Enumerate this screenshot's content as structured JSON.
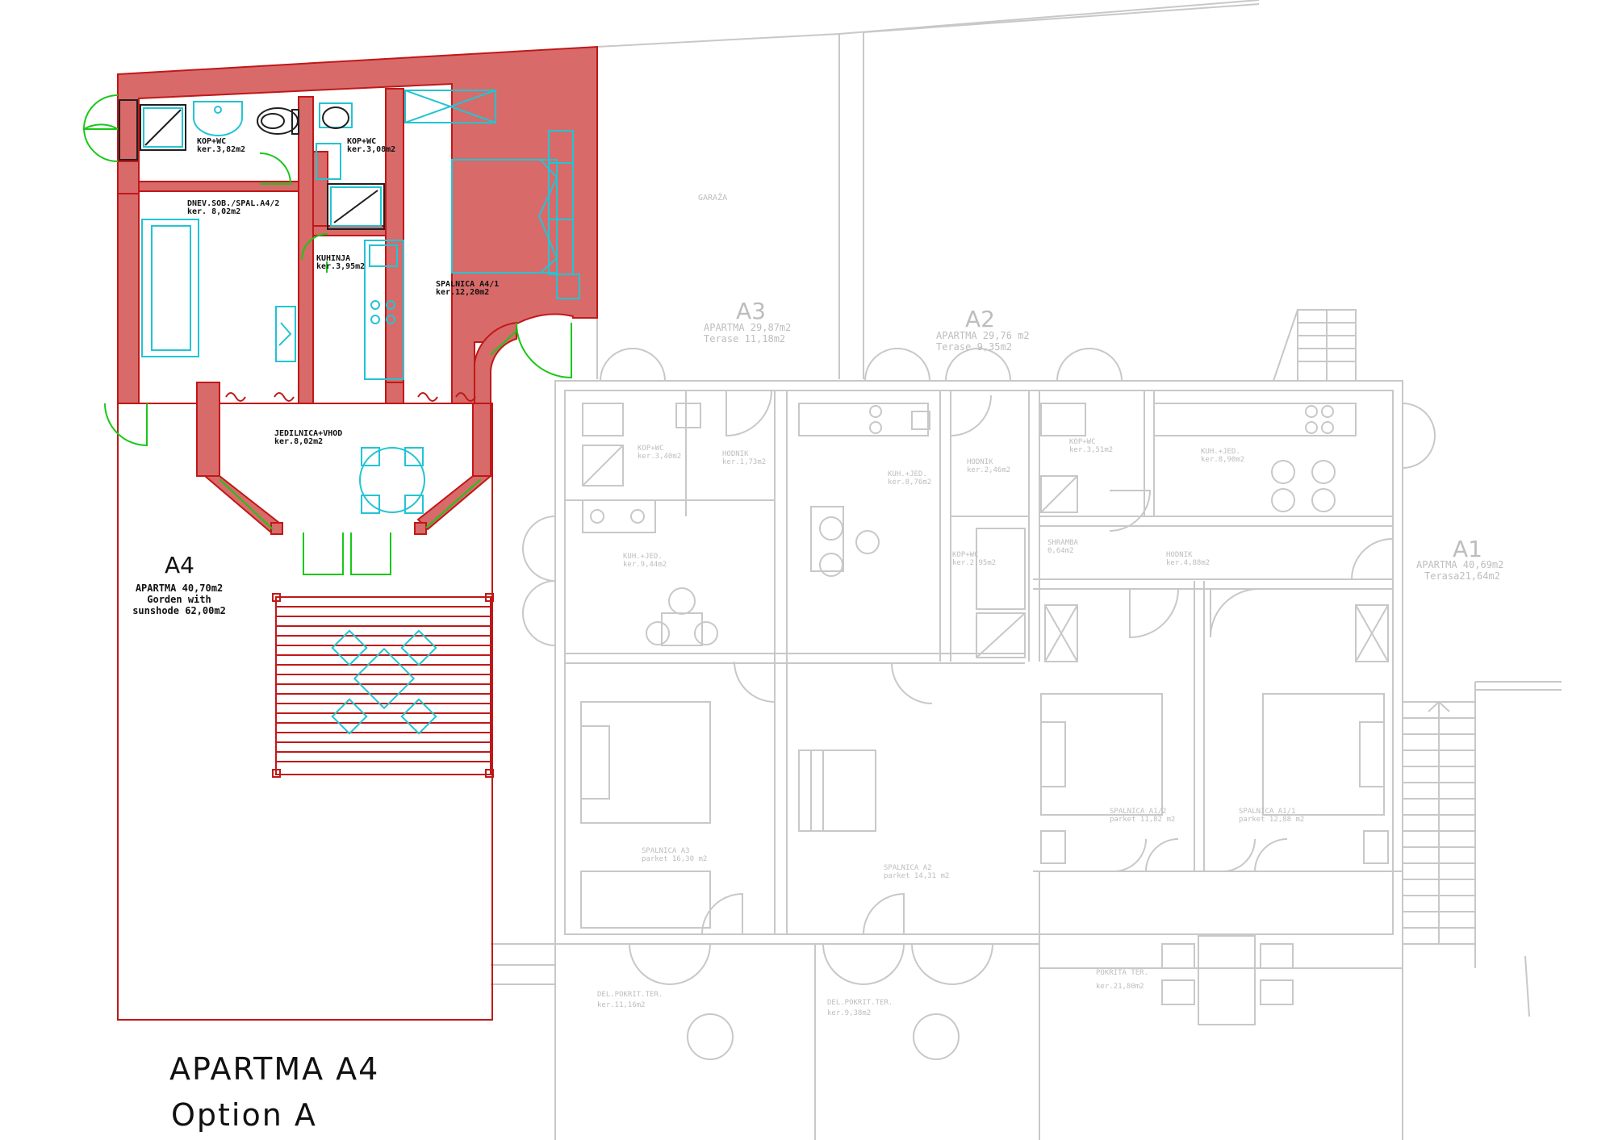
{
  "title": {
    "line1": "APARTMA  A4",
    "line2": "Option  A"
  },
  "colors": {
    "wall": "#d86a6a",
    "wall_stroke": "#c01818",
    "furniture": "#22c4d4",
    "doors": "#18c818",
    "ghost": "#c8c8c8"
  },
  "a4": {
    "code": "A4",
    "summary": [
      "APARTMA  40,70m2",
      "Gorden  with",
      "sunshode  62,00m2"
    ],
    "rooms": {
      "bath1": [
        "KOP+WC",
        "ker.3,82m2"
      ],
      "bath2": [
        "KOP+WC",
        "ker.3,08m2"
      ],
      "living": [
        "DNEV.SOB./SPAL.A4/2",
        "ker. 8,02m2"
      ],
      "kitchen": [
        "KUHINJA",
        "ker.3,95m2"
      ],
      "bedroom": [
        "SPALNICA  A4/1",
        "ker.12,20m2"
      ],
      "dining": [
        "JEDILNICA+VHOD",
        "ker.8,02m2"
      ]
    }
  },
  "ghost": {
    "a3": {
      "code": "A3",
      "line1": "APARTMA  29,87m2",
      "line2": "Terase  11,18m2"
    },
    "a2": {
      "code": "A2",
      "line1": "APARTMA  29,76  m2",
      "line2": "Terase  9,35m2"
    },
    "a1": {
      "code": "A1",
      "line1": "APARTMA  40,69m2",
      "line2": "Terasa21,64m2"
    },
    "garaza": "GARAŽA",
    "rooms": [
      [
        "KOP+WC",
        "ker.3,40m2"
      ],
      [
        "HODNIK",
        "ker.1,73m2"
      ],
      [
        "KUH.+JED.",
        "ker.8,76m2"
      ],
      [
        "HODNIK",
        "ker.2,46m2"
      ],
      [
        "KOP+WC",
        "ker.3,51m2"
      ],
      [
        "KUH.+JED.",
        "ker.8,90m2"
      ],
      [
        "KUH.+JED.",
        "ker.9,44m2"
      ],
      [
        "KOP+WC",
        "ker.2,95m2"
      ],
      [
        "SHRAMBA",
        "0,64m2"
      ],
      [
        "HODNIK",
        "ker.4,88m2"
      ],
      [
        "SPALNICA  A3",
        "parket  16,30  m2"
      ],
      [
        "SPALNICA  A2",
        "parket  14,31  m2"
      ],
      [
        "SPALNICA  A1/2",
        "parket  11,82  m2"
      ],
      [
        "SPALNICA  A1/1",
        "parket  12,88 m2"
      ],
      [
        "DEL.POKRIT.TER.",
        "ker.11,16m2"
      ],
      [
        "DEL.POKRIT.TER.",
        "ker.9,38m2"
      ],
      [
        "POKRITA  TER.",
        "ker.21,80m2"
      ]
    ]
  }
}
